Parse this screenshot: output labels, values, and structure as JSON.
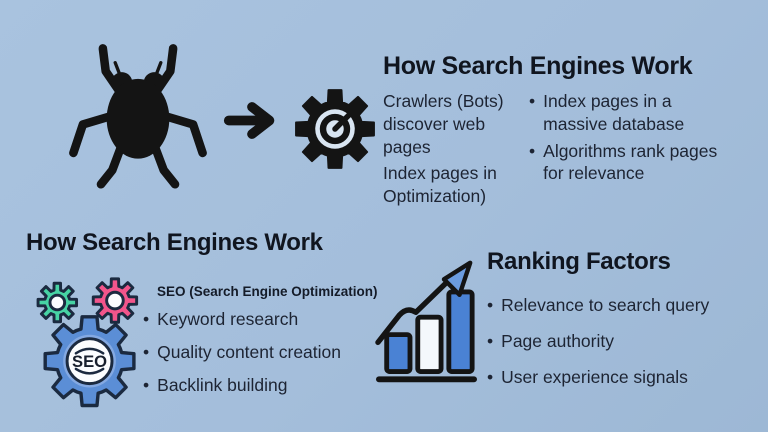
{
  "bullet": "•",
  "colors": {
    "background": "#a4bedb",
    "icon_black": "#141414",
    "text": "#1d2433",
    "outline_dark": "#1b2a40",
    "seo_gear_blue": "#5b8ed6",
    "seo_gear_blue_light": "#84a9e2",
    "seo_gear_green": "#47d3a4",
    "seo_gear_pink": "#f2558b",
    "chart_bar_blue": "#4a82d4",
    "chart_bar_white": "#f4f8fc",
    "chart_arrowhead_blue": "#6b9ce0"
  },
  "top_section": {
    "title": "How Search Engines Work",
    "column_one": [
      [
        "Crawlers (Bots)",
        "discover web pages"
      ],
      [
        "Index pages in",
        "Optimization)"
      ]
    ],
    "column_two": [
      [
        "Index pages in a",
        "massive database"
      ],
      [
        "Algorithms rank pages",
        "for relevance"
      ]
    ]
  },
  "seo_section": {
    "title": "How Search Engines Work",
    "icon_text": "SEO",
    "subtitle": "SEO (Search Engine Optimization)",
    "bullets": [
      "Keyword research",
      "Quality content creation",
      "Backlink building"
    ]
  },
  "ranking_section": {
    "title": "Ranking Factors",
    "bullets": [
      "Relevance to search query",
      "Page authority",
      "User experience signals"
    ]
  }
}
